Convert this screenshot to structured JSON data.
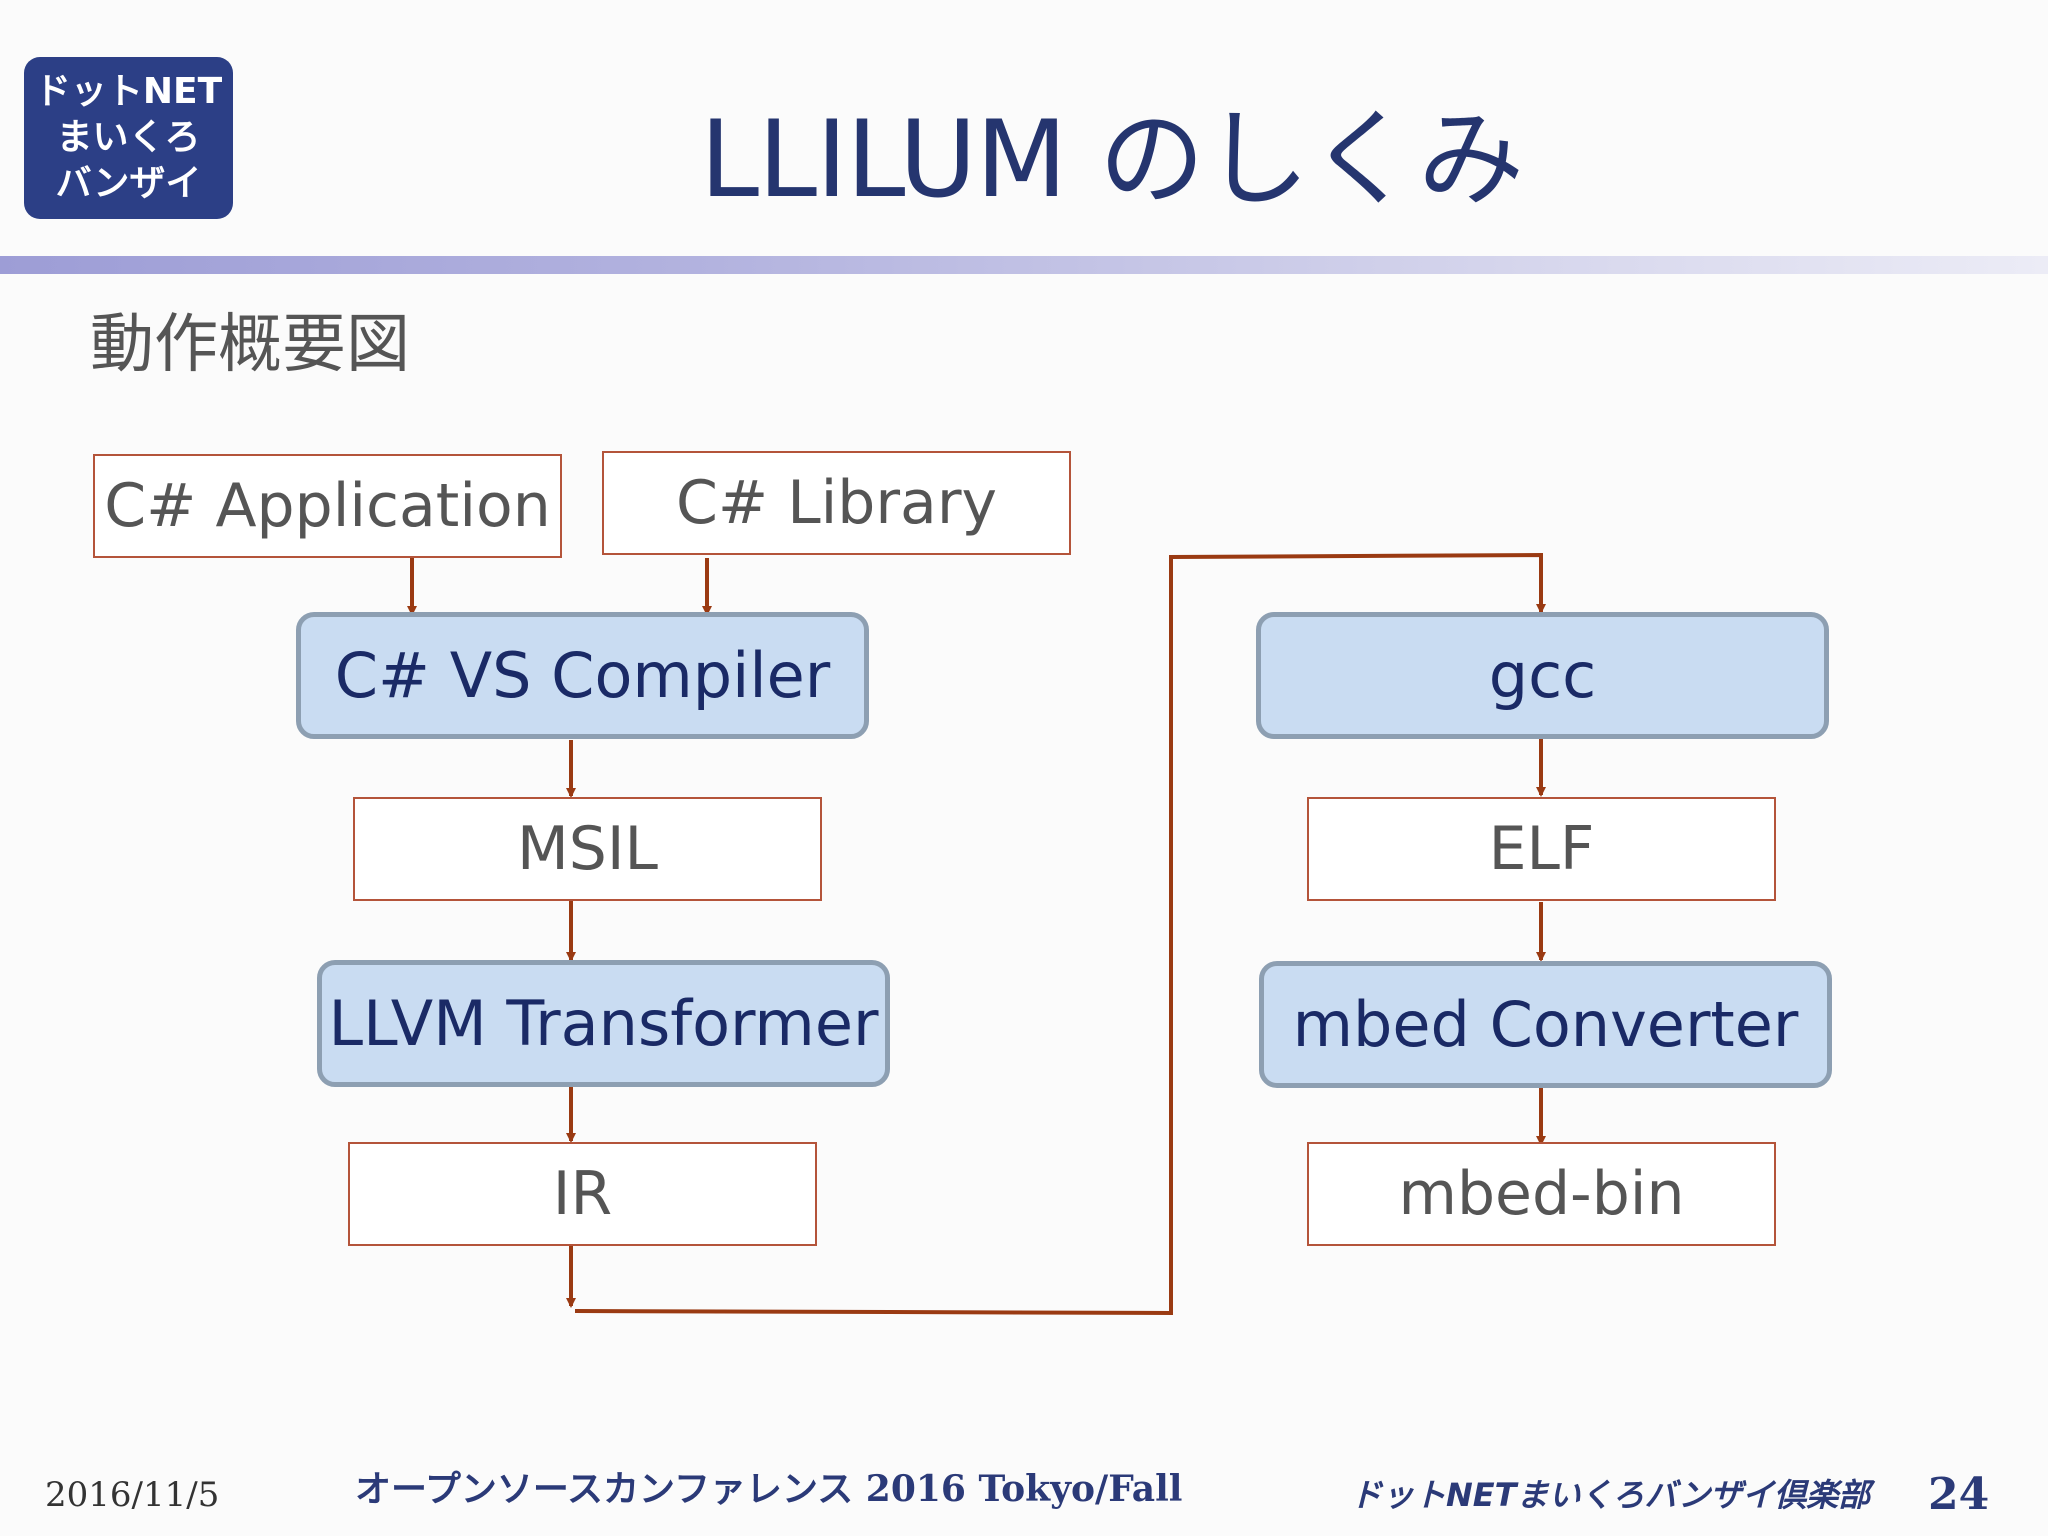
{
  "logo": {
    "lines": [
      "ドットNET",
      "まいくろ",
      "バンザイ"
    ]
  },
  "title": "LLILUM のしくみ",
  "subtitle": "動作概要図",
  "diagram": {
    "nodes": [
      {
        "id": "csharp-application",
        "label": "C# Application",
        "kind": "plain"
      },
      {
        "id": "csharp-library",
        "label": "C# Library",
        "kind": "plain"
      },
      {
        "id": "csharp-vs-compiler",
        "label": "C# VS Compiler",
        "kind": "process"
      },
      {
        "id": "msil",
        "label": "MSIL",
        "kind": "plain"
      },
      {
        "id": "llvm-transformer",
        "label": "LLVM Transformer",
        "kind": "process"
      },
      {
        "id": "ir",
        "label": "IR",
        "kind": "plain"
      },
      {
        "id": "gcc",
        "label": "gcc",
        "kind": "process"
      },
      {
        "id": "elf",
        "label": "ELF",
        "kind": "plain"
      },
      {
        "id": "mbed-converter",
        "label": "mbed Converter",
        "kind": "process"
      },
      {
        "id": "mbed-bin",
        "label": "mbed-bin",
        "kind": "plain"
      }
    ],
    "edges": [
      {
        "from": "csharp-application",
        "to": "csharp-vs-compiler"
      },
      {
        "from": "csharp-library",
        "to": "csharp-vs-compiler"
      },
      {
        "from": "csharp-vs-compiler",
        "to": "msil"
      },
      {
        "from": "msil",
        "to": "llvm-transformer"
      },
      {
        "from": "llvm-transformer",
        "to": "ir"
      },
      {
        "from": "ir",
        "to": "gcc"
      },
      {
        "from": "gcc",
        "to": "elf"
      },
      {
        "from": "elf",
        "to": "mbed-converter"
      },
      {
        "from": "mbed-converter",
        "to": "mbed-bin"
      }
    ],
    "colors": {
      "arrow": "#9a3a12",
      "plain_border": "#b4543a",
      "process_fill": "#c9dcf2",
      "process_border": "#8d9fb2",
      "process_text": "#1a2a66"
    }
  },
  "footer": {
    "date": "2016/11/5",
    "event": "オープンソースカンファレンス 2016  Tokyo/Fall",
    "club": "ドットNETまいくろバンザイ倶楽部",
    "page": "24"
  }
}
